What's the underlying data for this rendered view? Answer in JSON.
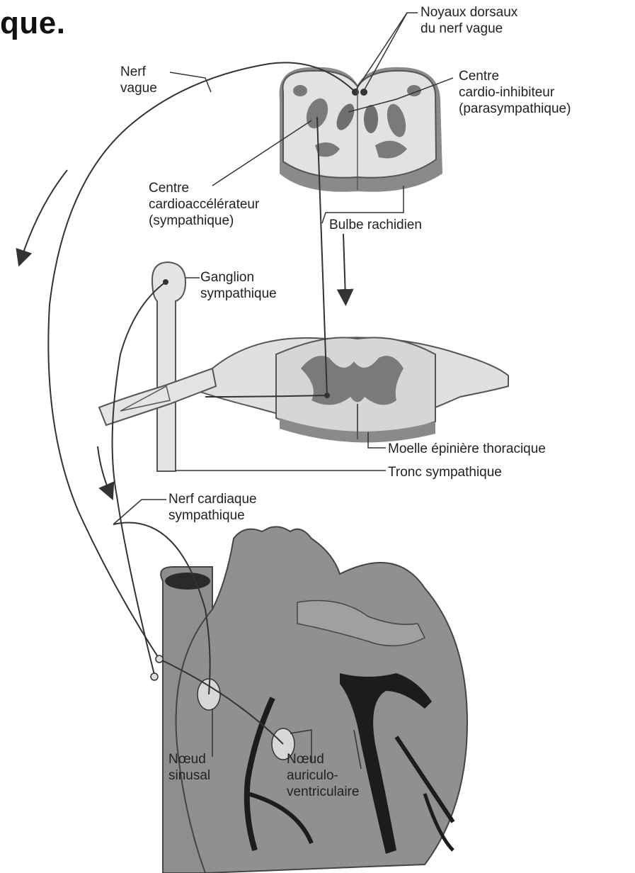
{
  "title": "que.",
  "labels": {
    "noyaux": [
      "Noyaux dorsaux",
      "du nerf vague"
    ],
    "nerf_vague": [
      "Nerf",
      "vague"
    ],
    "centre_inhib": [
      "Centre",
      "cardio-inhibiteur",
      "(parasympathique)"
    ],
    "centre_accel": [
      "Centre",
      "cardioaccélérateur",
      "(sympathique)"
    ],
    "bulbe": "Bulbe rachidien",
    "ganglion": [
      "Ganglion",
      "sympathique"
    ],
    "moelle": "Moelle épinière thoracique",
    "tronc": "Tronc sympathique",
    "nerf_cardiaque": [
      "Nerf cardiaque",
      "sympathique"
    ],
    "noeud_sinusal": [
      "Nœud",
      "sinusal"
    ],
    "noeud_av": [
      "Nœud",
      "auriculo-",
      "ventriculaire"
    ]
  },
  "colors": {
    "grey_matter": "#7a7a7a",
    "white_matter": "#dcdcdc",
    "heart": "#8e8e8e",
    "vessel": "#1a1a1a",
    "line": "#333333"
  }
}
